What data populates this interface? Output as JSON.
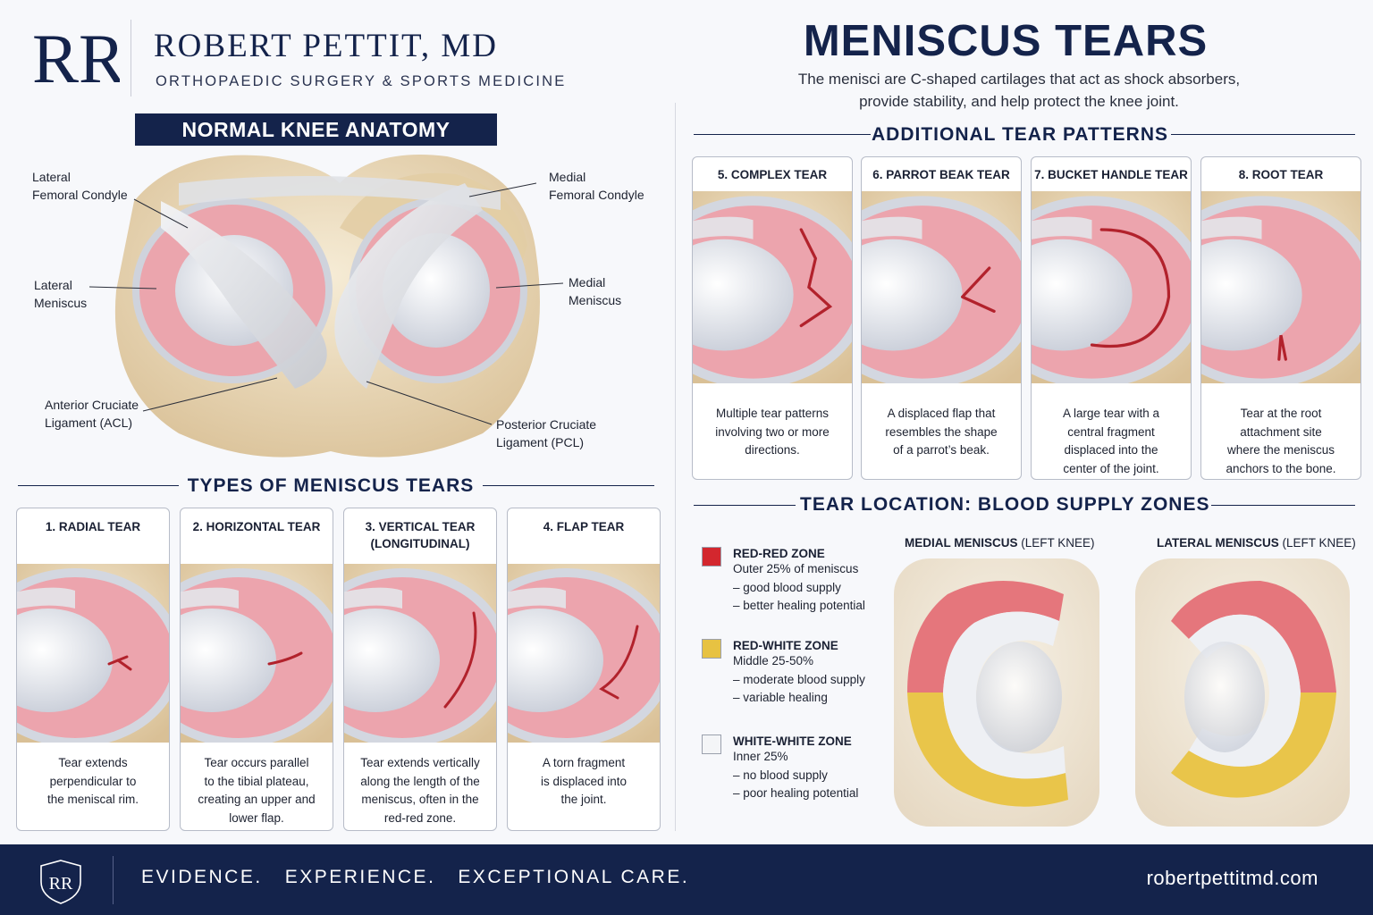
{
  "colors": {
    "navy": "#14234b",
    "red": "#d3272e",
    "yellow": "#e7c242",
    "white": "#ffffff",
    "meniscus": "#eaa6ae",
    "bone": "#e9d9b8"
  },
  "brand": {
    "monogram": "RR",
    "name": "ROBERT PETTIT, MD",
    "subtitle": "ORTHOPAEDIC SURGERY & SPORTS MEDICINE"
  },
  "page": {
    "title": "MENISCUS TEARS",
    "description_line1": "The menisci are C-shaped cartilages that act as shock absorbers,",
    "description_line2": "provide stability, and help protect the knee joint."
  },
  "normal_anatomy": {
    "banner": "NORMAL KNEE ANATOMY",
    "labels": {
      "lat_condyle_1": "Lateral",
      "lat_condyle_2": "Femoral Condyle",
      "med_condyle_1": "Medial",
      "med_condyle_2": "Femoral Condyle",
      "lat_meniscus_1": "Lateral",
      "lat_meniscus_2": "Meniscus",
      "med_meniscus_1": "Medial",
      "med_meniscus_2": "Meniscus",
      "acl_1": "Anterior Cruciate",
      "acl_2": "Ligament (ACL)",
      "pcl_1": "Posterior Cruciate",
      "pcl_2": "Ligament (PCL)"
    }
  },
  "types": {
    "heading": "TYPES OF MENISCUS TEARS",
    "cards": [
      {
        "title1": "1. RADIAL TEAR",
        "title2": "",
        "lines": [
          "Tear extends",
          "perpendicular to",
          "the meniscal rim."
        ]
      },
      {
        "title1": "2. HORIZONTAL TEAR",
        "title2": "",
        "lines": [
          "Tear occurs parallel",
          "to the tibial plateau,",
          "creating an upper and",
          "lower flap."
        ]
      },
      {
        "title1": "3. VERTICAL TEAR",
        "title2": "(LONGITUDINAL)",
        "lines": [
          "Tear extends vertically",
          "along the length of the",
          "meniscus, often in the",
          "red-red zone."
        ]
      },
      {
        "title1": "4. FLAP TEAR",
        "title2": "",
        "lines": [
          "A torn fragment",
          "is displaced into",
          "the joint."
        ]
      }
    ]
  },
  "additional": {
    "heading": "ADDITIONAL TEAR PATTERNS",
    "cards": [
      {
        "title": "5. COMPLEX TEAR",
        "lines": [
          "Multiple tear patterns",
          "involving two or more",
          "directions."
        ]
      },
      {
        "title": "6. PARROT BEAK TEAR",
        "lines": [
          "A displaced flap that",
          "resembles the shape",
          "of a parrot’s beak."
        ]
      },
      {
        "title": "7. BUCKET HANDLE TEAR",
        "lines": [
          "A large tear with a",
          "central fragment",
          "displaced into the",
          "center of the joint."
        ]
      },
      {
        "title": "8. ROOT TEAR",
        "lines": [
          "Tear at the root",
          "attachment site",
          "where the meniscus",
          "anchors to the bone."
        ]
      }
    ]
  },
  "zones": {
    "heading": "TEAR LOCATION:  BLOOD SUPPLY ZONES",
    "items": [
      {
        "title": "RED-RED ZONE",
        "lines": [
          "Outer 25% of meniscus",
          "– good blood supply",
          "– better healing potential"
        ]
      },
      {
        "title": "RED-WHITE ZONE",
        "lines": [
          "Middle 25-50%",
          "– moderate blood supply",
          "– variable healing"
        ]
      },
      {
        "title": "WHITE-WHITE ZONE",
        "lines": [
          "Inner 25%",
          "– no blood supply",
          "– poor healing potential"
        ]
      }
    ],
    "medial_bold": "MEDIAL MENISCUS",
    "medial_rest": " (LEFT KNEE)",
    "lateral_bold": "LATERAL MENISCUS",
    "lateral_rest": " (LEFT KNEE)"
  },
  "footer": {
    "tagline": "EVIDENCE.   EXPERIENCE.   EXCEPTIONAL CARE.",
    "url": "robertpettitmd.com"
  }
}
